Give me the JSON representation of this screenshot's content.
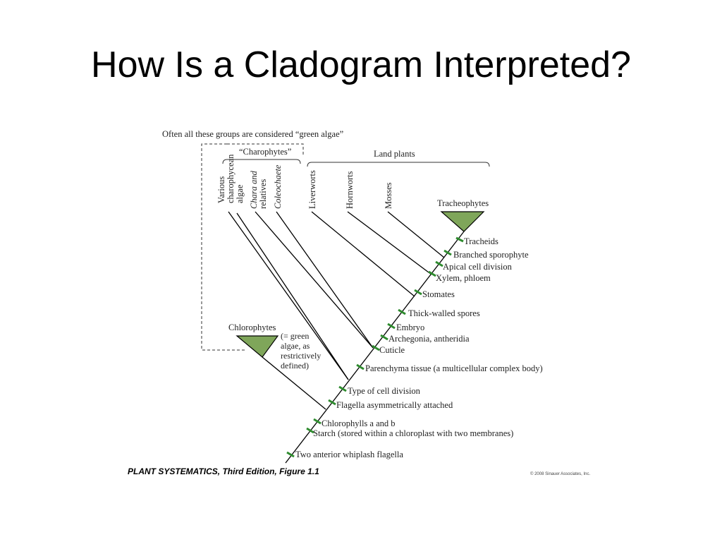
{
  "slide": {
    "title": "How Is a Cladogram Interpreted?"
  },
  "diagram": {
    "header": "Often all these groups are considered “green algae”",
    "charophytes_label": "“Charophytes”",
    "land_plants_label": "Land plants",
    "taxa": {
      "various": [
        "Various",
        "charophycean",
        "algae"
      ],
      "chara": [
        "Chara and",
        "relatives"
      ],
      "coleochaete": "Coleochaete",
      "liverworts": "Liverworts",
      "hornworts": "Hornworts",
      "mosses": "Mosses",
      "tracheophytes": "Tracheophytes",
      "chlorophytes": "Chlorophytes",
      "chlorophytes_note": [
        "(= green",
        "algae, as",
        "restrictively",
        "defined)"
      ]
    },
    "characters": [
      "Tracheids",
      "Branched sporophyte",
      "Apical cell division",
      "Xylem, phloem",
      "Stomates",
      "Thick-walled spores",
      "Embryo",
      "Archegonia, antheridia",
      "Cuticle",
      "Parenchyma tissue (a multicellular complex body)",
      "Type of cell division",
      "Flagella asymmetrically attached",
      "Chlorophylls a and b",
      "Starch (stored within a chloroplast with two membranes)",
      "Two anterior whiplash flagella"
    ],
    "caption": "PLANT SYSTEMATICS, Third Edition, Figure 1.1",
    "copyright": "© 2008 Sinauer Associates, Inc."
  }
}
